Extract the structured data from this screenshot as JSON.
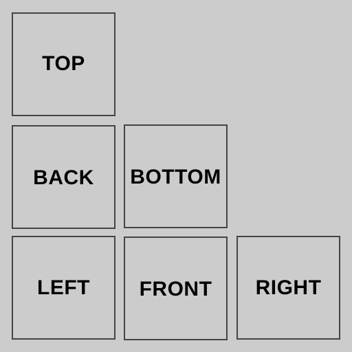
{
  "faces": {
    "top": "TOP",
    "back": "BACK",
    "bottom": "BOTTOM",
    "left": "LEFT",
    "front": "FRONT",
    "right": "RIGHT"
  },
  "colors": {
    "background": "#cccccc",
    "border": "#444444",
    "text": "#000000"
  }
}
